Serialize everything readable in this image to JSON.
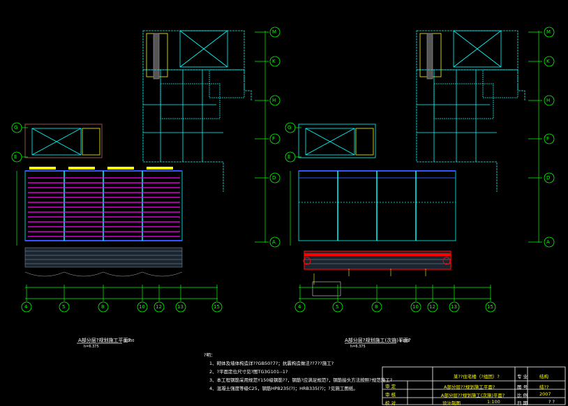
{
  "grid_left_rows": [
    "M",
    "K",
    "H",
    "F",
    "D",
    "A"
  ],
  "grid_left_rows_g": [
    "G",
    "E"
  ],
  "grid_cols": [
    "4",
    "5",
    "8",
    "10",
    "12",
    "13",
    "15"
  ],
  "titles": {
    "left": "A部分层?规划施工平面?",
    "left_scale": "1:100",
    "left_sub": "h=6.375",
    "right": "A部分层?规划施工(次施)平面?",
    "right_scale": "1:100",
    "right_sub": "h=6.375"
  },
  "notes": {
    "header": "?明：",
    "items": [
      "1、砌体及墙体构造详??GB50?7?；抗震构造做法??7??施工?",
      "2、?平面定位尺寸见?图TG3G101--1?",
      "3、本工程钢筋采用规范Y150级钢筋??，钢筋?应满足规范?，钢筋接头方法按照?规范施工?",
      "4、混凝土强度等级C25，钢筋HPB235(?)；HRB335(?)；?见施工图纸。"
    ]
  },
  "title_block": {
    "project": "某??住宅楼（?组团）?",
    "drawing1": "A部分层??规划施工平面?",
    "drawing2": "A部分层??规划施工(次施)平面?",
    "col1": "专 业",
    "col1_val": "结构",
    "col2": "图 号",
    "col2_val": "结??",
    "col3": "比 例",
    "col3_val": "1:100",
    "col4": "日 期",
    "col4_val": "2007",
    "sign1": "审 定",
    "sign2": "审 核",
    "sign3": "校 对",
    "sign4": "设计制图",
    "page": "?  ?"
  },
  "colors": {
    "background": "#000000",
    "grid_green": "#00ff00",
    "wall_cyan": "#00ffff",
    "beam_blue": "#3355ff",
    "rebar_magenta": "#ff00ff",
    "highlight_red": "#ff0000",
    "annot_yellow": "#ffff00",
    "text_white": "#ffffff"
  }
}
